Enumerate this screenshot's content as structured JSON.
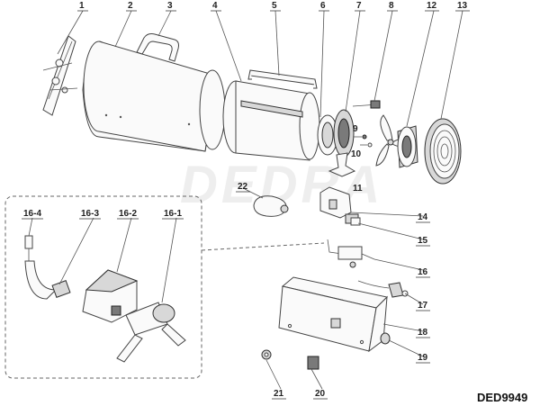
{
  "watermark": "DEDRA",
  "model_code": "DED9949",
  "labels": {
    "p1": "1",
    "p2": "2",
    "p3": "3",
    "p4": "4",
    "p5": "5",
    "p6": "6",
    "p7": "7",
    "p8": "8",
    "p9": "9",
    "p10": "10",
    "p11": "11",
    "p12": "12",
    "p13": "13",
    "p14": "14",
    "p15": "15",
    "p16": "16",
    "p17": "17",
    "p18": "18",
    "p19": "19",
    "p20": "20",
    "p21": "21",
    "p22": "22",
    "p16_1": "16-1",
    "p16_2": "16-2",
    "p16_3": "16-3",
    "p16_4": "16-4"
  }
}
